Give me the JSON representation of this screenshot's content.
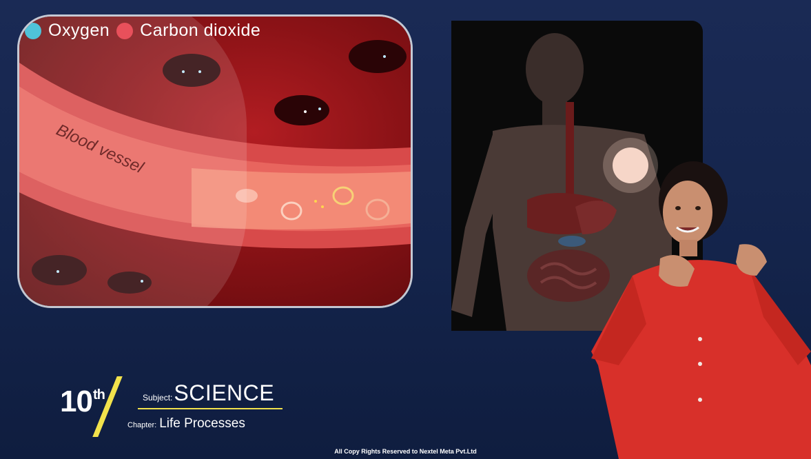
{
  "legend": {
    "oxygen_label": "Oxygen",
    "oxygen_symbol": "O",
    "oxygen_color": "#4fc3d9",
    "co2_label": "Carbon dioxide",
    "co2_symbol": "CO2",
    "co2_color": "#e8505b"
  },
  "animation": {
    "vessel_label": "Blood vessel"
  },
  "footer": {
    "grade": "10",
    "grade_suffix": "th",
    "subject_label": "Subject:",
    "subject_value": "SCIENCE",
    "chapter_label": "Chapter:",
    "chapter_value": "Life Processes",
    "copyright": "All Copy Rights Reserved to Nextel Meta Pvt.Ltd"
  },
  "colors": {
    "background": "#16264d",
    "accent_yellow": "#f2e24c",
    "signer_shirt": "#d8302a"
  }
}
